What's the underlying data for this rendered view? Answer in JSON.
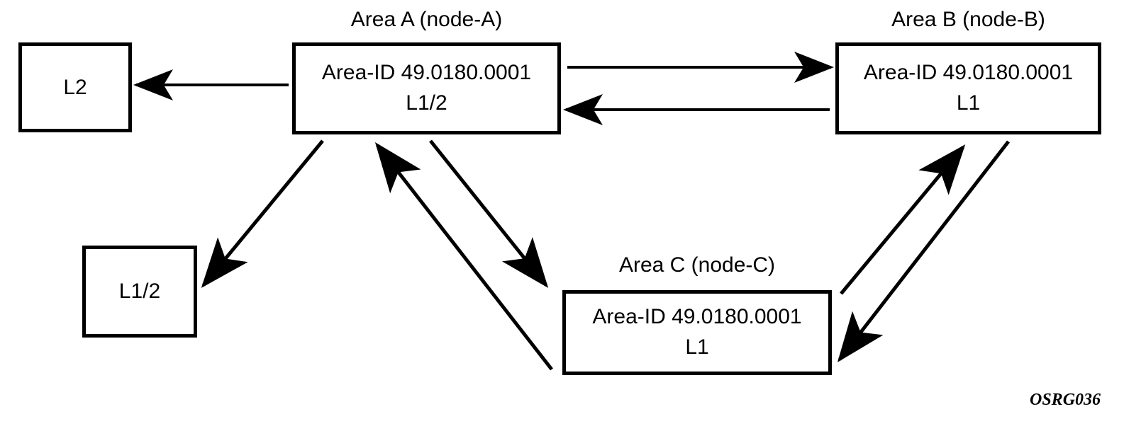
{
  "diagram": {
    "title_id": "OSRG036",
    "stroke_color": "#000000",
    "background_color": "#ffffff",
    "nodes": [
      {
        "id": "l2",
        "title": "",
        "lines": [
          "L2"
        ]
      },
      {
        "id": "l12",
        "title": "",
        "lines": [
          "L1/2"
        ]
      },
      {
        "id": "area-a",
        "title": "Area A (node-A)",
        "lines": [
          "Area-ID 49.0180.0001",
          "L1/2"
        ]
      },
      {
        "id": "area-b",
        "title": "Area B (node-B)",
        "lines": [
          "Area-ID 49.0180.0001",
          "L1"
        ]
      },
      {
        "id": "area-c",
        "title": "Area C (node-C)",
        "lines": [
          "Area-ID 49.0180.0001",
          "L1"
        ]
      }
    ],
    "connections": [
      {
        "id": "a-to-l2",
        "from": "area-a",
        "to": "l2",
        "direction": "left"
      },
      {
        "id": "a-to-b",
        "from": "area-a",
        "to": "area-b",
        "direction": "right"
      },
      {
        "id": "b-to-a",
        "from": "area-b",
        "to": "area-a",
        "direction": "left"
      },
      {
        "id": "a-to-l12",
        "from": "area-a",
        "to": "l12",
        "direction": "down-left"
      },
      {
        "id": "a-to-c",
        "from": "area-a",
        "to": "area-c",
        "direction": "down-right"
      },
      {
        "id": "c-to-a",
        "from": "area-c",
        "to": "area-a",
        "direction": "up-left"
      },
      {
        "id": "c-to-b",
        "from": "area-c",
        "to": "area-b",
        "direction": "up-right"
      },
      {
        "id": "b-to-c",
        "from": "area-b",
        "to": "area-c",
        "direction": "down-left"
      }
    ]
  }
}
